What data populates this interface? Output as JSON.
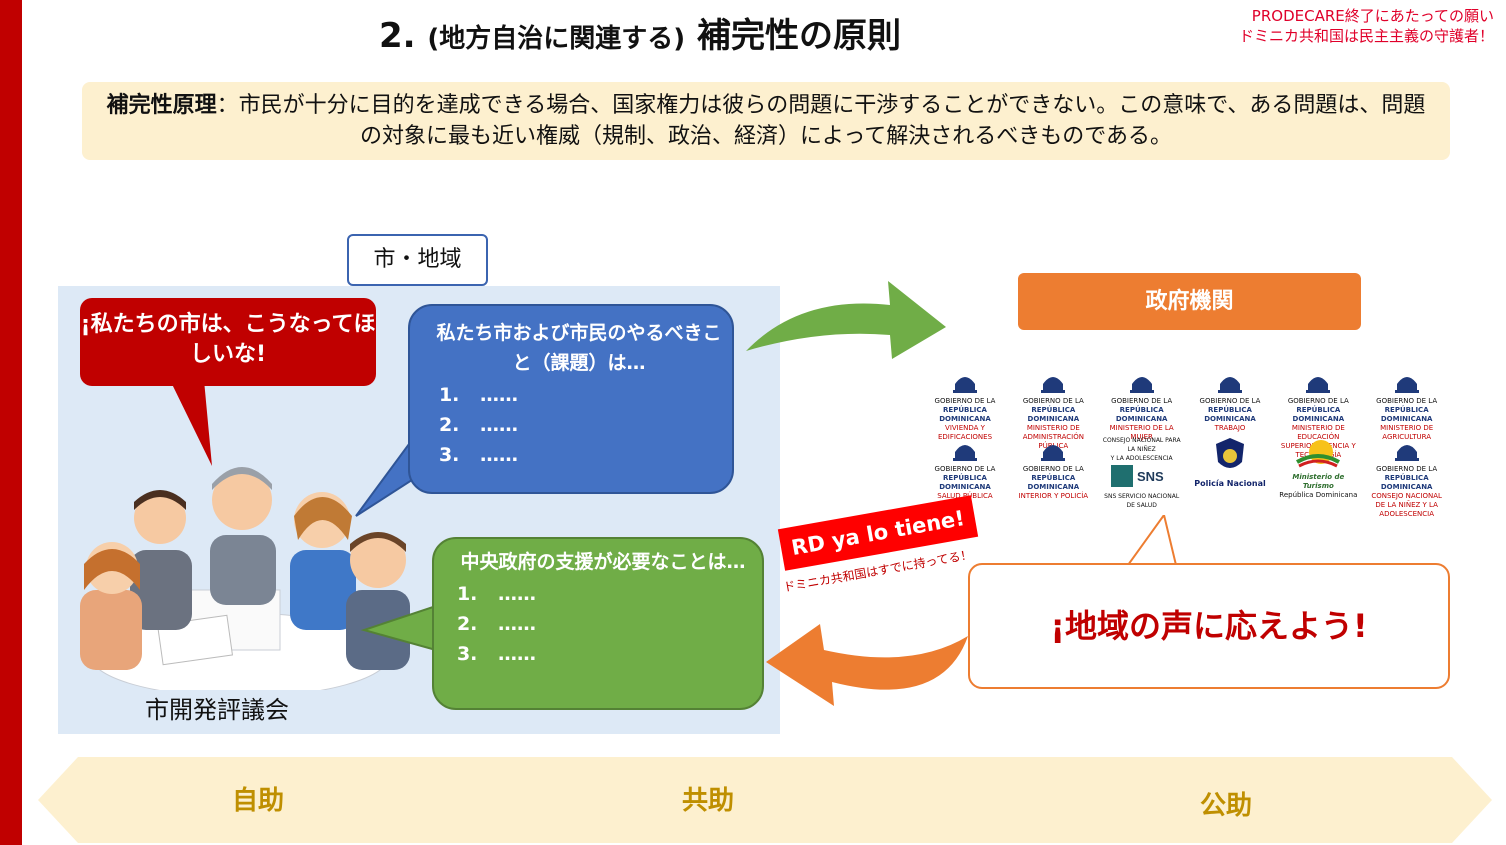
{
  "header": {
    "title_num": "2.",
    "title_paren": "(地方自治に関連する)",
    "title_main": "補完性の原則",
    "corner_line1": "PRODECARE終了にあたっての願い",
    "corner_line2": "ドミニカ共和国は民主主義の守護者！"
  },
  "principle": {
    "label": "補完性原理",
    "text": "：市民が十分に目的を達成できる場合、国家権力は彼らの問題に干渉することができない。この意味で、ある問題は、問題の対象に最も近い権威（規制、政治、経済）によって解決されるべきものである。"
  },
  "city": {
    "label": "市・地域",
    "wish": "¡私たちの市は、こうなってほしいな!",
    "council": "市開発評議会",
    "tasks_title": "私たち市および市民のやるべきこと（課題）は…",
    "tasks": [
      "……",
      "……",
      "……"
    ],
    "support_title": "中央政府の支援が必要なことは…",
    "support": [
      "……",
      "……",
      "……"
    ]
  },
  "government": {
    "label": "政府機関",
    "logos": [
      {
        "line1": "GOBIERNO DE LA",
        "line2": "REPÚBLICA DOMINICANA",
        "name": "VIVIENDA Y EDIFICACIONES",
        "icon": "dome-icon"
      },
      {
        "line1": "GOBIERNO DE LA",
        "line2": "REPÚBLICA DOMINICANA",
        "name": "MINISTERIO DE ADMINISTRACIÓN PÚBLICA",
        "icon": "dome-icon"
      },
      {
        "line1": "GOBIERNO DE LA",
        "line2": "REPÚBLICA DOMINICANA",
        "name": "MINISTERIO DE LA MUJER",
        "icon": "dome-icon"
      },
      {
        "line1": "GOBIERNO DE LA",
        "line2": "REPÚBLICA DOMINICANA",
        "name": "TRABAJO",
        "icon": "dome-icon"
      },
      {
        "line1": "GOBIERNO DE LA",
        "line2": "REPÚBLICA DOMINICANA",
        "name": "MINISTERIO DE EDUCACIÓN SUPERIOR, CIENCIA Y TECNOLOGÍA",
        "icon": "dome-icon"
      },
      {
        "line1": "GOBIERNO DE LA",
        "line2": "REPÚBLICA DOMINICANA",
        "name": "MINISTERIO DE AGRICULTURA",
        "icon": "dome-icon"
      },
      {
        "line1": "GOBIERNO DE LA",
        "line2": "REPÚBLICA DOMINICANA",
        "name": "SALUD PÚBLICA",
        "icon": "dome-icon"
      },
      {
        "line1": "GOBIERNO DE LA",
        "line2": "REPÚBLICA DOMINICANA",
        "name": "INTERIOR Y POLICÍA",
        "icon": "dome-icon"
      },
      {
        "line1": "CONSEJO NACIONAL PARA LA NIÑEZ",
        "line2": "Y LA ADOLESCENCIA",
        "name": "SNS SERVICIO NACIONAL DE SALUD",
        "icon": "sns-icon"
      },
      {
        "line1": "",
        "line2": "",
        "name": "Policía Nacional",
        "icon": "police-badge-icon"
      },
      {
        "line1": "",
        "line2": "Ministerio de Turismo",
        "name": "República Dominicana",
        "icon": "tourism-sun-icon"
      },
      {
        "line1": "GOBIERNO DE LA",
        "line2": "REPÚBLICA DOMINICANA",
        "name": "CONSEJO NACIONAL DE LA NIÑEZ Y LA ADOLESCENCIA",
        "icon": "dome-icon"
      }
    ]
  },
  "banner": {
    "text": "RD ya lo tiene!",
    "sub": "ドミニカ共和国はすでに持ってる！"
  },
  "voice": "¡地域の声に応えよう!",
  "band": {
    "self": "自助",
    "mutual": "共助",
    "public": "公助"
  },
  "colors": {
    "accent_red": "#c00000",
    "blue": "#4472c4",
    "green": "#70ad47",
    "orange": "#ed7d31",
    "band": "#fdf0cf",
    "band_text": "#bf8f00"
  }
}
